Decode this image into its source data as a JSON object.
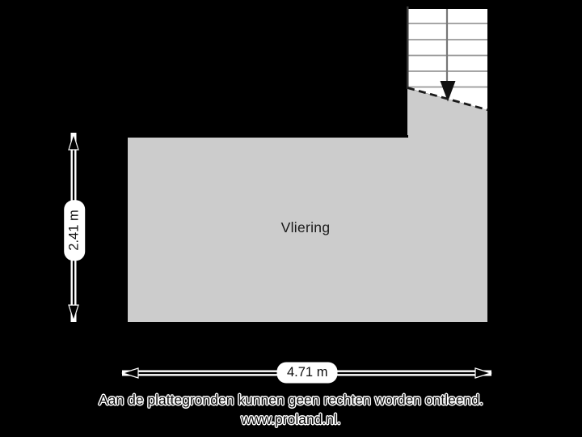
{
  "canvas": {
    "background_color": "#000000"
  },
  "floorplan": {
    "room_label": "Vliering",
    "floor_color": "#cccccc",
    "wall_color": "#000000",
    "staircase_color": "#ffffff",
    "stair_tread_color": "#999999",
    "dashed_line_color": "#1a1a1a"
  },
  "dimensions": {
    "width": {
      "label": "4.71 m"
    },
    "height": {
      "label": "2.41 m"
    }
  },
  "footer": {
    "disclaimer": "Aan de plattegronden kunnen geen rechten worden ontleend.",
    "website": "www.proland.nl."
  }
}
